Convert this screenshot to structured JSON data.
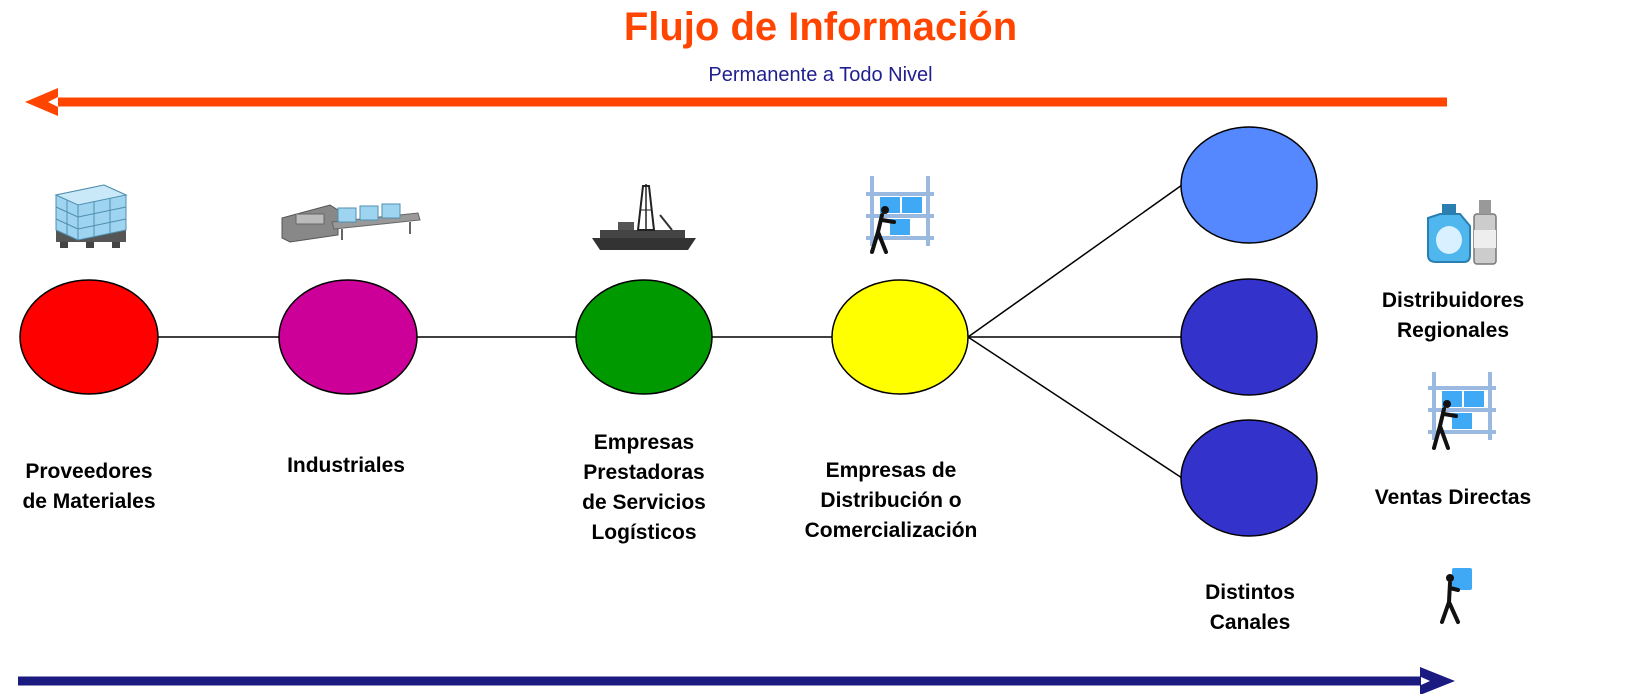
{
  "title": "Flujo de Información",
  "subtitle": "Permanente a Todo Nivel",
  "nodes": [
    {
      "label": "Proveedores\nde Materiales",
      "color": "#FF0000",
      "icon": "pallet-icon"
    },
    {
      "label": "Industriales",
      "color": "#CC0099",
      "icon": "conveyor-icon"
    },
    {
      "label": "Empresas\nPrestadoras\nde Servicios\nLogísticos",
      "color": "#009900",
      "icon": "ship-icon"
    },
    {
      "label": "Empresas de\nDistribución o\nComercialización",
      "color": "#FFFF00",
      "icon": "warehouse-worker-icon"
    }
  ],
  "channels": {
    "label": "Distintos\nCanales",
    "colors": [
      "#5588FF",
      "#3333CC",
      "#3333CC"
    ]
  },
  "outlets": [
    {
      "label": "Distribuidores\nRegionales",
      "icon": "bottles-icon"
    },
    {
      "label": "Ventas Directas",
      "icon": "warehouse-worker-icon"
    },
    {
      "label": "",
      "icon": "delivery-person-icon"
    }
  ],
  "colors": {
    "info_arrow": "#FF4500",
    "material_arrow": "#1A1A80",
    "icon_blue": "#66BBEE"
  }
}
